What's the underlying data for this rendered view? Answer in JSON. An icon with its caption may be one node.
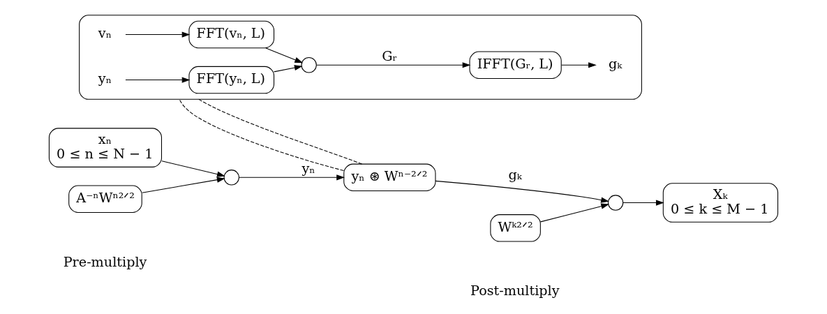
{
  "diagram": {
    "nodes": [
      {
        "text": [],
        "shape": "box"
      },
      {
        "text": [
          "vₙ"
        ],
        "in": 0
      },
      {
        "text": [
          "FFT(vₙ, L)"
        ],
        "in": 0
      },
      {
        "text": [],
        "shape": "circle",
        "in": 0
      },
      {
        "text": [
          "IFFT(Gᵣ, L)"
        ],
        "in": 0
      },
      {
        "text": [
          "gₖ"
        ],
        "in": 0
      },
      {
        "text": [
          "yₙ"
        ],
        "in": 0
      },
      {
        "text": [
          "FFT(yₙ, L)"
        ],
        "in": 0
      },
      {
        "text": [
          "xₙ",
          "0 ≤ n ≤ N − 1"
        ]
      },
      {
        "text": [],
        "shape": "circle"
      },
      {
        "text": [
          "yₙ ⊛ Wⁿ⁻²ᐟ²"
        ]
      },
      {
        "text": [],
        "shape": "circle"
      },
      {
        "text": [
          "Xₖ",
          "0 ≤ k ≤ M − 1"
        ]
      },
      {
        "text": [
          "A⁻ⁿWⁿ²ᐟ²"
        ],
        "beside": [
          "Pre-multiply"
        ]
      },
      {
        "text": [
          "Wᵏ²ᐟ²"
        ],
        "beside": [
          "Post-multiply"
        ]
      }
    ],
    "edges": [
      {
        "from": 1,
        "to": 2,
        "arrow": "to"
      },
      {
        "from": 2,
        "to": 3,
        "arrow": "to"
      },
      {
        "from": 7,
        "to": 3,
        "arrow": "to"
      },
      {
        "from": 3,
        "to": 4,
        "arrow": "to",
        "label": "Gᵣ"
      },
      {
        "from": 4,
        "to": 5,
        "arrow": "to"
      },
      {
        "from": 6,
        "to": 7,
        "arrow": "to"
      },
      {
        "from": 8,
        "to": 9,
        "arrow": "to"
      },
      {
        "from": 9,
        "to": 10,
        "arrow": "to",
        "label": "yₙ"
      },
      {
        "from": 10,
        "to": 11,
        "arrow": "to",
        "label": "gₖ"
      },
      {
        "from": 11,
        "to": 12,
        "arrow": "to"
      },
      {
        "from": 13,
        "to": 9,
        "arrow": "to"
      },
      {
        "from": 14,
        "to": 11,
        "arrow": "to"
      },
      {
        "from": 10,
        "to": 0,
        "arrow": "none",
        "style": "dashed"
      },
      {
        "from": 10,
        "to": 0,
        "arrow": "none",
        "style": "dashed"
      }
    ]
  }
}
